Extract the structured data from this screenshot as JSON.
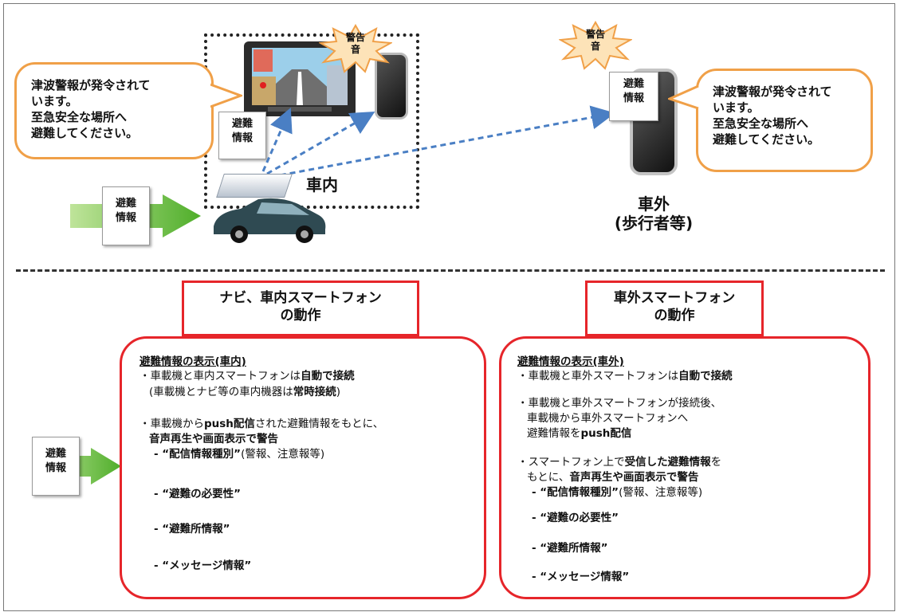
{
  "colors": {
    "bubble_border": "#f0a048",
    "panel_border": "#e6252a",
    "arrow_green": "#7dc242",
    "dashed_arrow": "#4a7fc4",
    "star_fill": "#fde3b8",
    "star_border": "#f0a048"
  },
  "top": {
    "star_left": "警告\n音",
    "star_right": "警告\n音",
    "bubble_left": [
      "津波警報が発令されて",
      "います。",
      "至急安全な場所へ",
      "避難してください。"
    ],
    "bubble_right": [
      "津波警報が発令されて",
      "います。",
      "至急安全な場所へ",
      "避難してください。"
    ],
    "note_car": [
      "避難",
      "情報"
    ],
    "note_input": [
      "避難",
      "情報"
    ],
    "note_phone": [
      "避難",
      "情報"
    ],
    "label_inside": "車内",
    "label_outside": [
      "車外",
      "(歩行者等)"
    ]
  },
  "bottom": {
    "note_input": [
      "避難",
      "情報"
    ],
    "left_title": [
      "ナビ、車内スマートフォン",
      "の動作"
    ],
    "right_title": [
      "車外スマートフォン",
      "の動作"
    ],
    "left_panel": {
      "heading": "避難情報の表示(車内)",
      "l1_pre": "・車載機と車内スマートフォンは",
      "l1_bold": "自動で接続",
      "l2_pre": "(車載機とナビ等の車内機器は",
      "l2_bold": "常時接続",
      "l2_post": ")",
      "l3_pre": "・車載機から",
      "l3_bold": "push配信",
      "l3_post": "された避難情報をもとに、",
      "l4_bold": "音声再生や画面表示で警告",
      "i1_bold": "- “配信情報種別”",
      "i1_post": "(警報、注意報等)",
      "i2": "- “避難の必要性”",
      "i3": "- “避難所情報”",
      "i4": "- “メッセージ情報”"
    },
    "right_panel": {
      "heading": "避難情報の表示(車外)",
      "l1_pre": "・車載機と車外スマートフォンは",
      "l1_bold": "自動で接続",
      "l2": "・車載機と車外スマートフォンが接続後、",
      "l3": "車載機から車外スマートフォンへ",
      "l4_pre": "避難情報を",
      "l4_bold": "push配信",
      "l5_pre": "・スマートフォン上で",
      "l5_bold": "受信した避難情報",
      "l5_post": "を",
      "l6_pre": "もとに、",
      "l6_bold": "音声再生や画面表示で警告",
      "i1_bold": "- “配信情報種別”",
      "i1_post": "(警報、注意報等)",
      "i2": "- “避難の必要性”",
      "i3": "- “避難所情報”",
      "i4": "- “メッセージ情報”"
    }
  }
}
